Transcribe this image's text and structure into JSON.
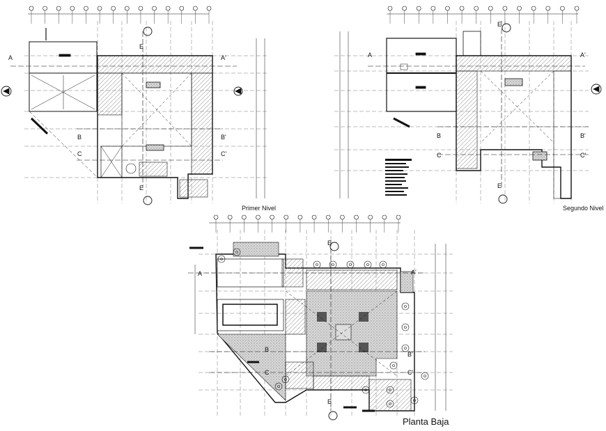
{
  "plans": {
    "primer_nivel": {
      "title": "Primer Nivel"
    },
    "segundo_nivel": {
      "title": "Segundo Nivel"
    },
    "planta_baja": {
      "title": "Planta Baja"
    }
  },
  "section_marks": {
    "a": "A",
    "a_prime": "A'",
    "b": "B",
    "b_prime": "B'",
    "c": "C",
    "c_prime": "C'",
    "e": "E"
  },
  "colors": {
    "line": "#111111",
    "hatch": "#9a9a9a",
    "grid": "#444444",
    "background": "#ffffff"
  }
}
